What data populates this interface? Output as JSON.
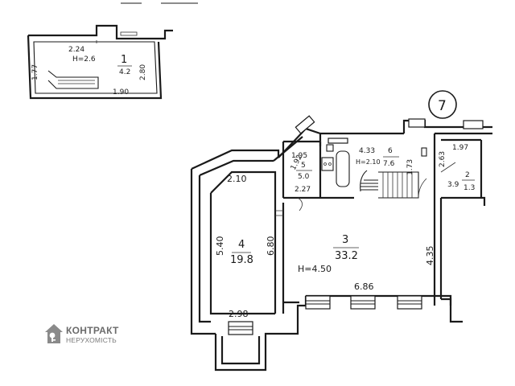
{
  "plan": {
    "unit_badge": "7",
    "rooms": [
      {
        "number": "1",
        "area": "4.2"
      },
      {
        "number": "2",
        "area": "3.9",
        "area2": "1.3"
      },
      {
        "number": "3",
        "area": "33.2"
      },
      {
        "number": "4",
        "area": "19.8"
      },
      {
        "number": "5",
        "area": "5.0"
      },
      {
        "number": "6",
        "area": "7.6"
      }
    ],
    "dimensions": {
      "d_224": "2.24",
      "d_h26": "H=2.6",
      "d_190": "1.90",
      "d_177": "1.77",
      "d_280": "2.80",
      "d_433": "4.33",
      "d_h21": "H=2.10",
      "d_173": "1.73",
      "d_263": "2.63",
      "d_197": "1.97",
      "d_192": "1.92",
      "d_195": "1.95",
      "d_227": "2.27",
      "d_210": "2.10",
      "d_540": "5.40",
      "d_680": "6.80",
      "d_h450": "H=4.50",
      "d_686": "6.86",
      "d_435": "4.35",
      "d_298": "2.98"
    }
  },
  "logo": {
    "name": "КОНТРАКТ",
    "subtitle": "НЕРУХОМІСТЬ"
  }
}
